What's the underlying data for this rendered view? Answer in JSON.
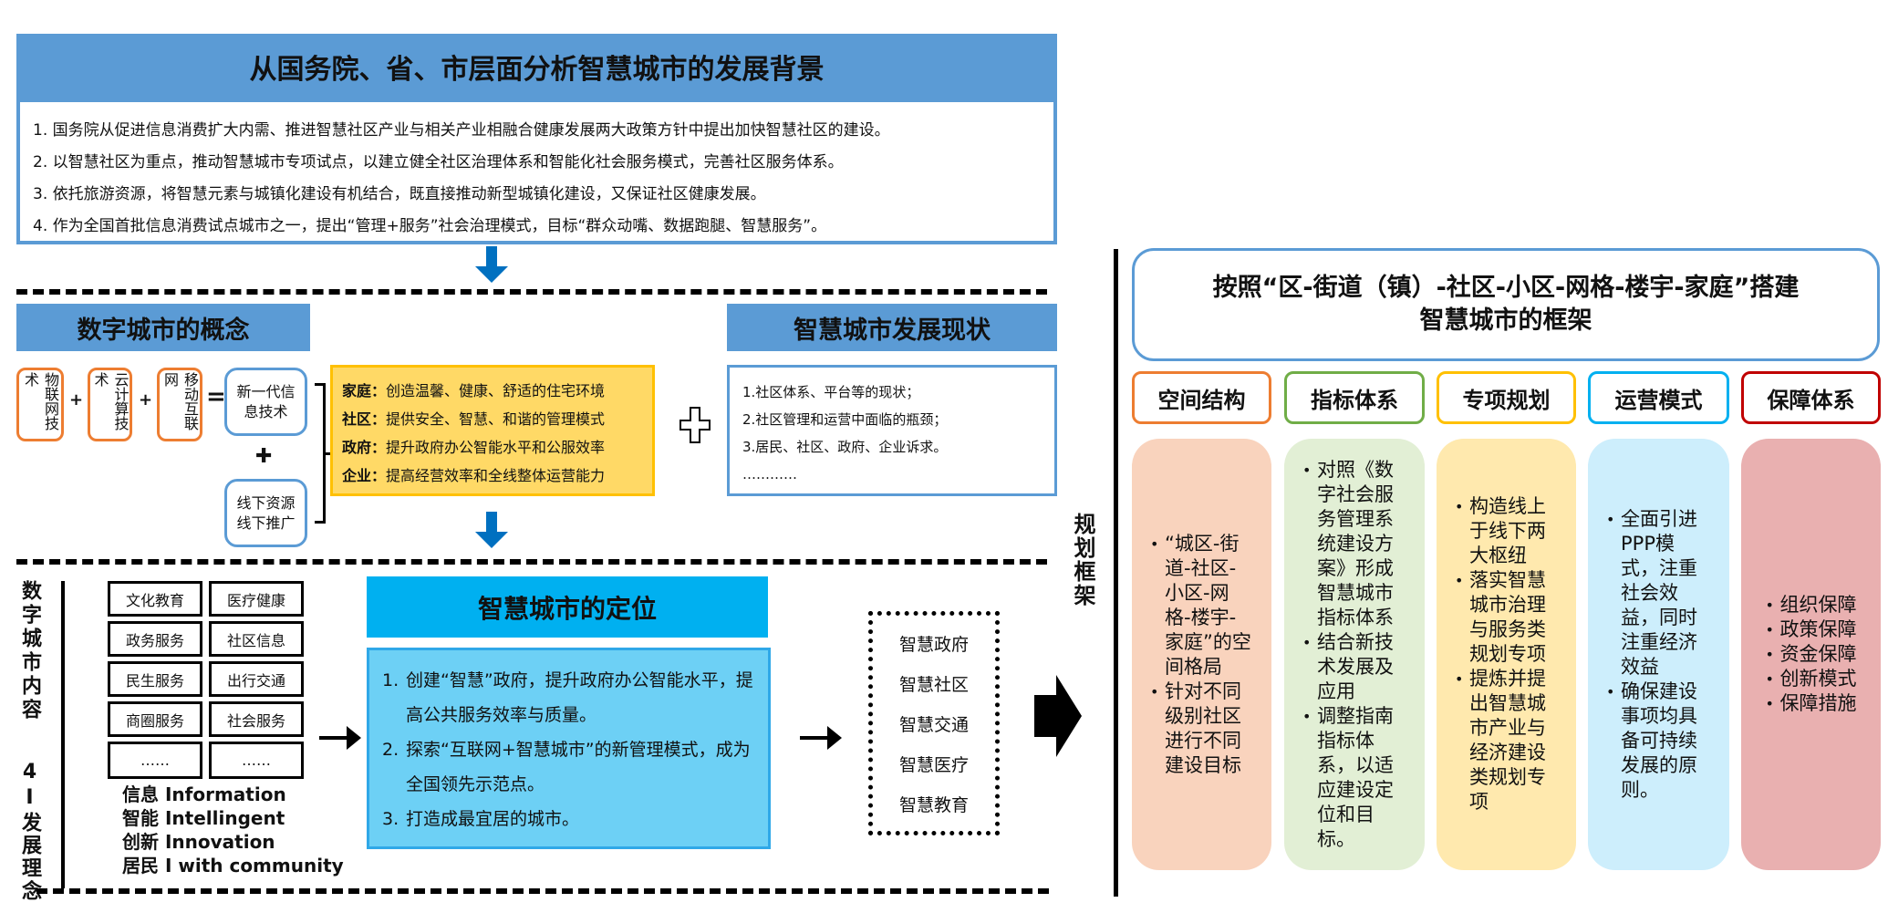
{
  "background": {
    "title": "从国务院、省、市层面分析智慧城市的发展背景",
    "items": [
      {
        "num": "1.",
        "text": "国务院从促进信息消费扩大内需、推进智慧社区产业与相关产业相融合健康发展两大政策方针中提出加快智慧社区的建设。"
      },
      {
        "num": "2.",
        "text": "以智慧社区为重点，推动智慧城市专项试点，以建立健全社区治理体系和智能化社会服务模式，完善社区服务体系。"
      },
      {
        "num": "3.",
        "text": "依托旅游资源，将智慧元素与城镇化建设有机结合，既直接推动新型城镇化建设，又保证社区健康发展。"
      },
      {
        "num": "4.",
        "text": "作为全国首批信息消费试点城市之一，提出“管理+服务”社会治理模式，目标“群众动嘴、数据跑腿、智慧服务”。"
      }
    ]
  },
  "concept": {
    "title": "数字城市的概念",
    "techs": [
      "物联网技术",
      "云计算技术",
      "移动互联网"
    ],
    "plus": "+",
    "equals": "=",
    "result_top": "新一代信息技术",
    "result_plus": "✚",
    "result_bottom": "线下资源线下推广",
    "benefits": [
      {
        "label": "家庭：",
        "text": "创造温馨、健康、舒适的住宅环境"
      },
      {
        "label": "社区：",
        "text": "提供安全、智慧、和谐的管理模式"
      },
      {
        "label": "政府：",
        "text": "提升政府办公智能水平和公服效率"
      },
      {
        "label": "企业：",
        "text": "提高经营效率和全线整体运营能力"
      }
    ]
  },
  "status": {
    "title": "智慧城市发展现状",
    "items": [
      "1.社区体系、平台等的现状；",
      "2.社区管理和运营中面临的瓶颈；",
      "3.居民、社区、政府、企业诉求。",
      "…………"
    ]
  },
  "content": {
    "side_label_top": "数字城市内容",
    "side_label_bottom": "4I发展理念",
    "grid": [
      "文化教育",
      "医疗健康",
      "政务服务",
      "社区信息",
      "民生服务",
      "出行交通",
      "商圈服务",
      "社会服务",
      "……",
      "……"
    ],
    "concepts": [
      "信息 Information",
      "智能 Intellingent",
      "创新 Innovation",
      "居民 I with community"
    ]
  },
  "positioning": {
    "title": "智慧城市的定位",
    "items": [
      {
        "num": "1.",
        "text": "创建“智慧”政府，提升政府办公智能水平，提高公共服务效率与质量。"
      },
      {
        "num": "2.",
        "text": "探索“互联网+智慧城市”的新管理模式，成为全国领先示范点。"
      },
      {
        "num": "3.",
        "text": "打造成最宜居的城市。"
      }
    ],
    "targets": [
      "智慧政府",
      "智慧社区",
      "智慧交通",
      "智慧医疗",
      "智慧教育"
    ]
  },
  "framework": {
    "side_label": "规划框架",
    "title_line1": "按照“区-街道（镇）-社区-小区-网格-楼宇-家庭”搭建",
    "title_line2": "智慧城市的框架",
    "columns": [
      {
        "label": "空间结构",
        "color": "#ED7D31",
        "fill": "#F9D3BD",
        "items": [
          "“城区-街道-社区-小区-网格-楼宇-家庭”的空间格局",
          "针对不同级别社区进行不同建设目标"
        ]
      },
      {
        "label": "指标体系",
        "color": "#70AD47",
        "fill": "#E2EFD5",
        "items": [
          "对照《数字社会服务管理系统建设方案》形成智慧城市指标体系",
          "结合新技术发展及应用",
          "调整指南指标体系，以适应建设定位和目标。"
        ]
      },
      {
        "label": "专项规划",
        "color": "#FFC000",
        "fill": "#FFE9AE",
        "items": [
          "构造线上于线下两大枢纽",
          "落实智慧城市治理与服务类规划专项",
          "提炼并提出智慧城市产业与经济建设类规划专项"
        ]
      },
      {
        "label": "运营模式",
        "color": "#00B0F0",
        "fill": "#CDEEFC",
        "items": [
          "全面引进PPP模式，注重社会效益，同时注重经济效益",
          "确保建设事项均具备可持续发展的原则。"
        ]
      },
      {
        "label": "保障体系",
        "color": "#C00000",
        "fill": "#E9B0B0",
        "items": [
          "组织保障",
          "政策保障",
          "资金保障",
          "创新模式",
          "保障措施"
        ]
      }
    ]
  }
}
